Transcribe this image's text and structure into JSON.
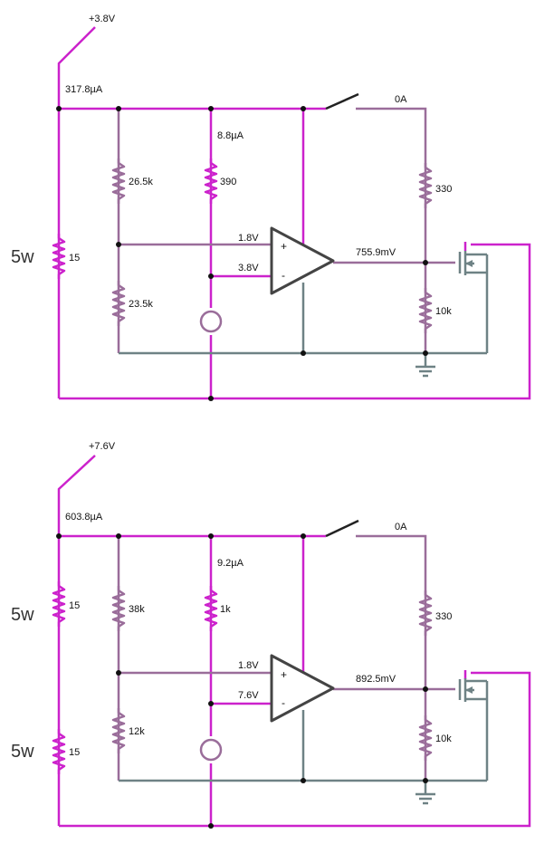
{
  "colors": {
    "active": "#cc22cc",
    "mid": "#9a6d9a",
    "idle": "#6e8285",
    "body": "#444444",
    "node": "#111111"
  },
  "opamp_signs": {
    "plus": "+",
    "minus": "-"
  },
  "circuit1": {
    "supply_voltage": "+3.8V",
    "supply_current": "317.8µA",
    "divider_current": "8.8µA",
    "switch_current": "0A",
    "r_main": "15",
    "r_top": "26.5k",
    "r_bottom": "23.5k",
    "r_ref": "390",
    "r_drain": "330",
    "r_gate": "10k",
    "v_plus": "1.8V",
    "v_minus": "3.8V",
    "v_out": "755.9mV",
    "power_label": "5w"
  },
  "circuit2": {
    "supply_voltage": "+7.6V",
    "supply_current": "603.8µA",
    "divider_current": "9.2µA",
    "switch_current": "0A",
    "r_main_top": "15",
    "r_main_bottom": "15",
    "r_top": "38k",
    "r_bottom": "12k",
    "r_ref": "1k",
    "r_drain": "330",
    "r_gate": "10k",
    "v_plus": "1.8V",
    "v_minus": "7.6V",
    "v_out": "892.5mV",
    "power_label_top": "5w",
    "power_label_bottom": "5w"
  }
}
